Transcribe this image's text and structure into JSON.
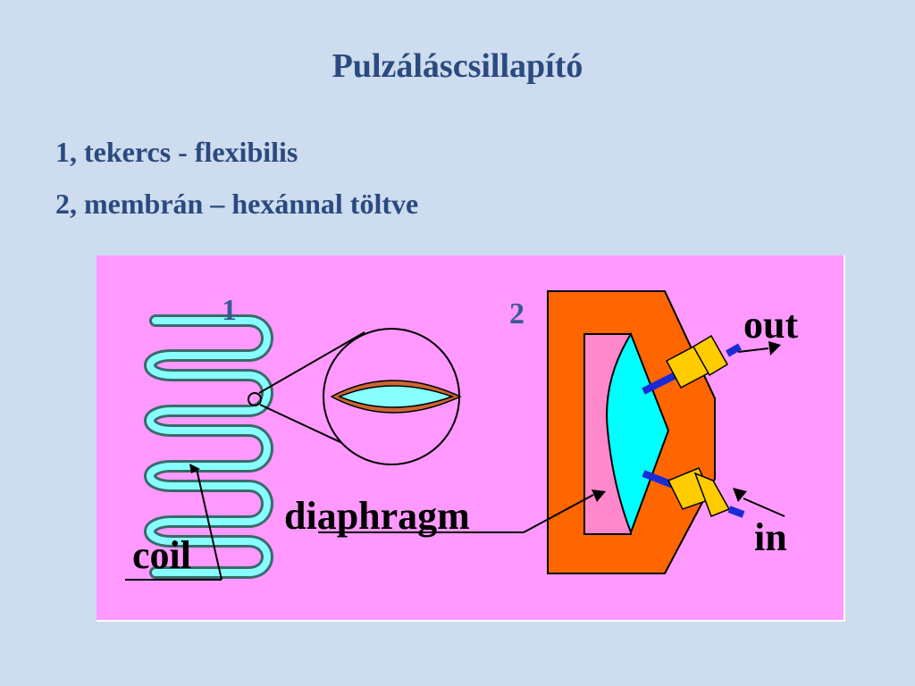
{
  "slide": {
    "title": "Pulzáláscsillapító",
    "bullets": [
      "1, tekercs - flexibilis",
      "2, membrán – hexánnal töltve"
    ]
  },
  "figure": {
    "marker_1": "1",
    "marker_2": "2",
    "label_coil": "coil",
    "label_diaphragm": "diaphragm",
    "label_out": "out",
    "label_in": "in"
  },
  "colors": {
    "background": "#cddcee",
    "figure_background": "#ff99ff",
    "coil": "#88ffff",
    "housing": "#ff6600",
    "chamber": "#ff88cc",
    "membrane": "#00ffff",
    "fitting": "#ffcc00",
    "pipe": "#1a2bd6",
    "heading": "#2a4a80"
  }
}
